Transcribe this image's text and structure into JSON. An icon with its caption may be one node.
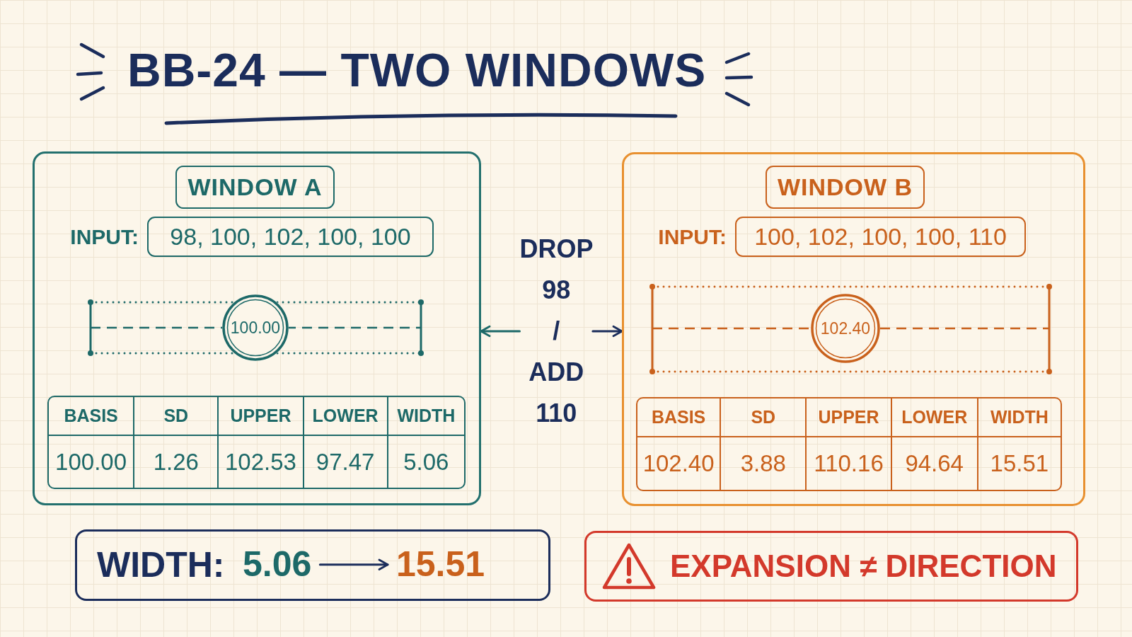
{
  "diagram": {
    "title": "BB-24 — TWO WINDOWS",
    "nodes": [
      {
        "text": [],
        "shape": "box"
      },
      {
        "text": [
          "WINDOW A"
        ],
        "in": 0
      },
      {
        "text": [
          "98, 100, 102, 100, 100"
        ],
        "beside": [
          "INPUT:"
        ],
        "in": 0
      },
      {
        "text": [
          "100.00"
        ],
        "in": 0
      },
      {
        "text": [],
        "shape": "box"
      },
      {
        "text": [
          "WINDOW B"
        ],
        "in": 4
      },
      {
        "text": [
          "100, 102, 100, 100, 110"
        ],
        "beside": [
          "INPUT:"
        ],
        "in": 4
      },
      {
        "text": [
          "102.40"
        ],
        "in": 4
      },
      {
        "text": [
          "DROP 98 / ADD 110"
        ]
      },
      {
        "text": [
          "WIDTH:"
        ]
      },
      {
        "text": [
          "5.06"
        ],
        "in": 9
      },
      {
        "text": [
          "15.51"
        ],
        "in": 9
      },
      {
        "text": [
          "EXPANSION ≠ DIRECTION"
        ]
      }
    ],
    "edges": [
      {
        "from": 8,
        "to": 0,
        "arrow": "to",
        "color": "#1d6968"
      },
      {
        "from": 8,
        "to": 4,
        "arrow": "to"
      },
      {
        "from": 10,
        "to": 11,
        "arrow": "to"
      }
    ],
    "labels": [
      "BASIS",
      "SD",
      "UPPER",
      "LOWER",
      "WIDTH",
      "100.00",
      "1.26",
      "102.53",
      "97.47",
      "5.06",
      "BASIS",
      "SD",
      "UPPER",
      "LOWER",
      "WIDTH",
      "102.40",
      "3.88",
      "110.16",
      "94.64",
      "15.51"
    ]
  }
}
